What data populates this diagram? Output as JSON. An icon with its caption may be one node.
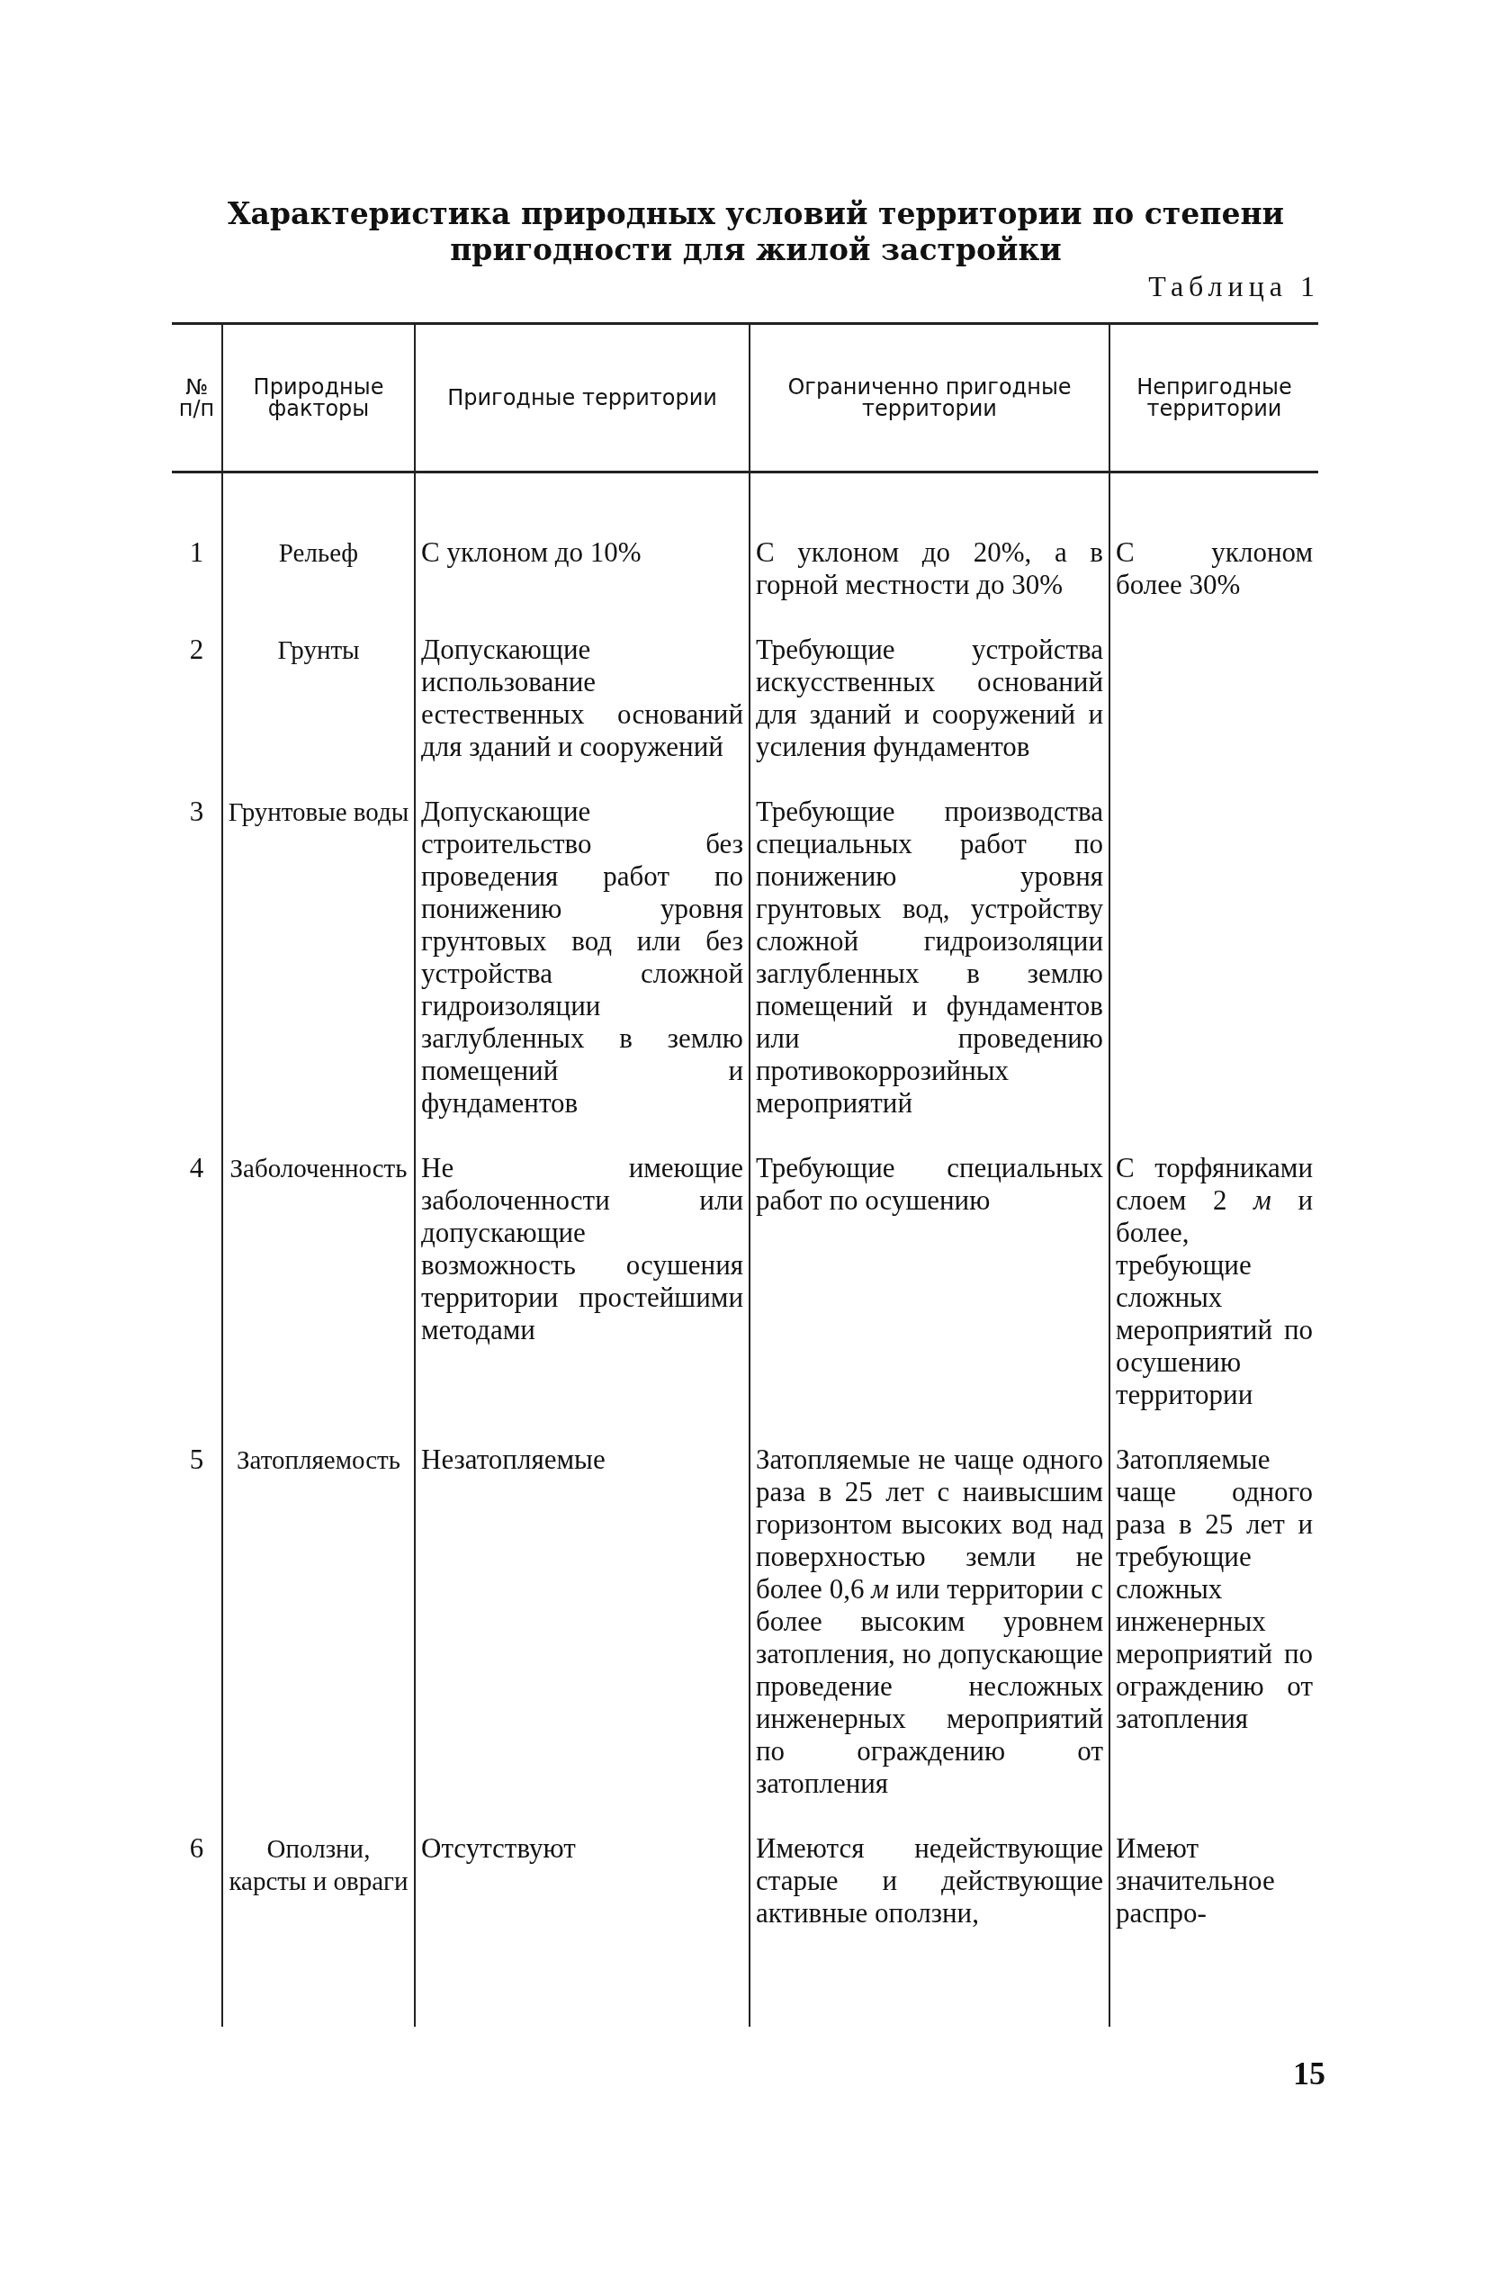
{
  "diagram": {
    "title": "Характеристика природных условий территории по степени пригодности для жилой застройки",
    "labels": [
      "Таблица 1",
      "№ п/п",
      "Природные факторы",
      "Пригодные территории",
      "Ограниченно пригодные территории",
      "Непригодные территории",
      "1",
      "Рельеф",
      "С уклоном до 10%",
      "С уклоном до 20%, а в горной местности до 30%",
      "С уклоном более 30%",
      "2",
      "Грунты",
      "Допускающие использование естественных оснований для зданий и сооружений",
      "Требующие устройства искусственных оснований для зданий и сооружений и усиления фундаментов",
      "3",
      "Грунтовые воды",
      "Допускающие строительство без проведения работ по понижению уровня грунтовых вод или без устройства сложной гидроизоляции заглубленных в землю помещений и фундаментов",
      "Требующие производства специальных работ по понижению уровня грунтовых вод, устройству сложной гидроизоляции заглубленных в землю помещений и фундаментов или проведению противокоррозийных мероприятий",
      "4",
      "Заболоченность",
      "Не имеющие заболоченности или допускающие возможность осушения территории простейшими методами",
      "Требующие специальных работ по осушению",
      "С торфяниками слоем 2 *м* и более, требующие сложных мероприятий по осушению территории",
      "5",
      "Затопляемость",
      "Незатопляемые",
      "Затопляемые не чаще одного раза в 25 лет с наивысшим горизонтом высоких вод над поверхностью земли не более 0,6 *м* или территории с более высоким уровнем затопления, но допускающие проведение несложных инженерных мероприятий по ограждению от затопления",
      "Затопляемые чаще одного раза в 25 лет и требующие сложных инженерных мероприятий по ограждению от затопления",
      "6",
      "Оползни, карсты и овраги",
      "Отсутствуют",
      "Имеются недействующие старые и действующие активные оползни,",
      "Имеют значительное распро-",
      "15"
    ]
  }
}
